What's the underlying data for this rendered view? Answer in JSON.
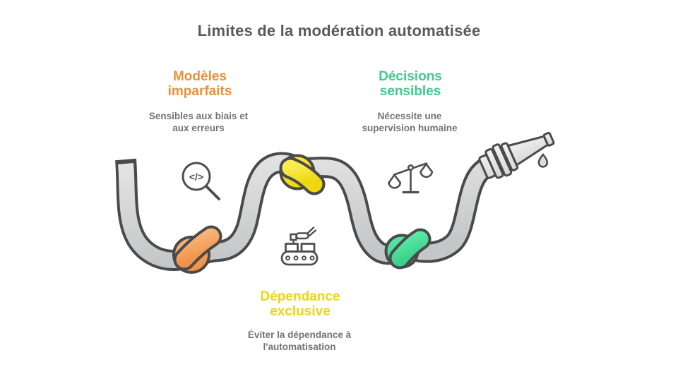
{
  "slide": {
    "title": "Limites de la modération automatisée",
    "background": "#FFFFFF"
  },
  "colors": {
    "title_text": "#595A5C",
    "body_text": "#717375",
    "outline": "#4A4A4B",
    "icon": "#4D4E50",
    "rope_light": "#E4E4E4",
    "rope_dark": "#C5C6C7",
    "nozzle_light": "#F1F1F1",
    "nozzle_dark": "#D8D8D9",
    "drop_fill": "#DCDCDC",
    "orange_accent": "#E8913C",
    "orange_knot_light": "#FBBA7E",
    "orange_knot_dark": "#F09248",
    "green_accent": "#3FCA8C",
    "green_knot_light": "#5BEAA8",
    "green_knot_dark": "#3CD18C",
    "yellow_accent": "#EDD513",
    "yellow_knot_light": "#F8EC4F",
    "yellow_knot_dark": "#EFD60E"
  },
  "icons": {
    "code_glyph": "</>"
  },
  "items": [
    {
      "heading": "Modèles\nimparfaits",
      "description": "Sensibles aux biais et\naux erreurs",
      "accent": "#E8913C",
      "icon": "code-magnifier-icon",
      "knot": "orange"
    },
    {
      "heading": "Décisions\nsensibles",
      "description": "Nécessite une\nsupervision humaine",
      "accent": "#3FCA8C",
      "icon": "balance-scale-icon",
      "knot": "green"
    },
    {
      "heading": "Dépendance\nexclusive",
      "description": "Éviter la dépendance à\nl'automatisation",
      "accent": "#EDD513",
      "icon": "conveyor-robot-icon",
      "knot": "yellow"
    }
  ]
}
